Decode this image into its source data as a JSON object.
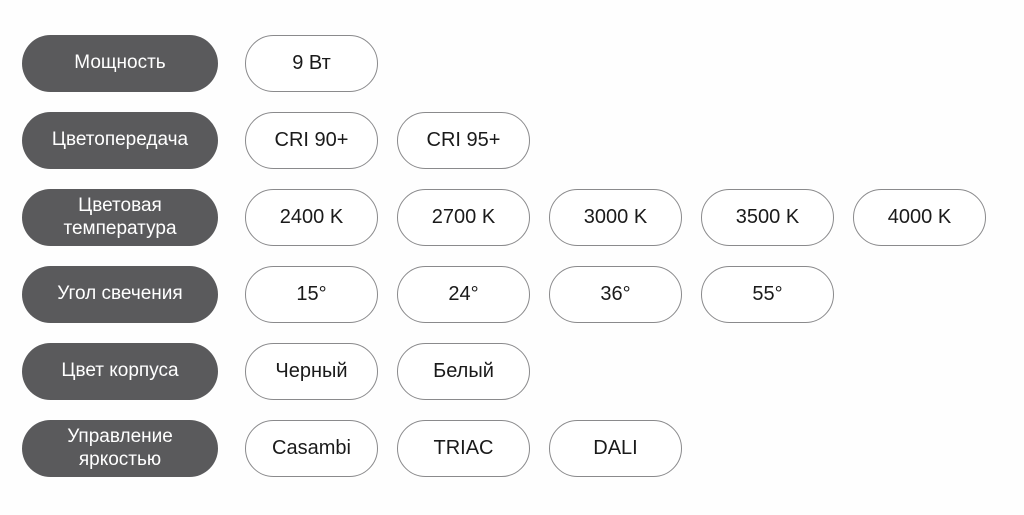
{
  "colors": {
    "background": "#fefefe",
    "label_pill_bg": "#5a5a5c",
    "label_pill_text": "#ffffff",
    "value_pill_bg": "#ffffff",
    "value_pill_border": "#8a8a8c",
    "value_pill_text": "#1a1a1a"
  },
  "spec_rows": [
    {
      "name": "power",
      "label": "Мощность",
      "values": [
        "9 Вт"
      ]
    },
    {
      "name": "color-rendering",
      "label": "Цветопередача",
      "values": [
        "CRI 90+",
        "CRI 95+"
      ]
    },
    {
      "name": "color-temperature",
      "label": "Цветовая температура",
      "values": [
        "2400 K",
        "2700 K",
        "3000 K",
        "3500 K",
        "4000 K"
      ]
    },
    {
      "name": "beam-angle",
      "label": "Угол свечения",
      "values": [
        "15°",
        "24°",
        "36°",
        "55°"
      ]
    },
    {
      "name": "body-color",
      "label": "Цвет корпуса",
      "values": [
        "Черный",
        "Белый"
      ]
    },
    {
      "name": "dimming-control",
      "label": "Управление яркостью",
      "values": [
        "Casambi",
        "TRIAC",
        "DALI"
      ]
    }
  ]
}
